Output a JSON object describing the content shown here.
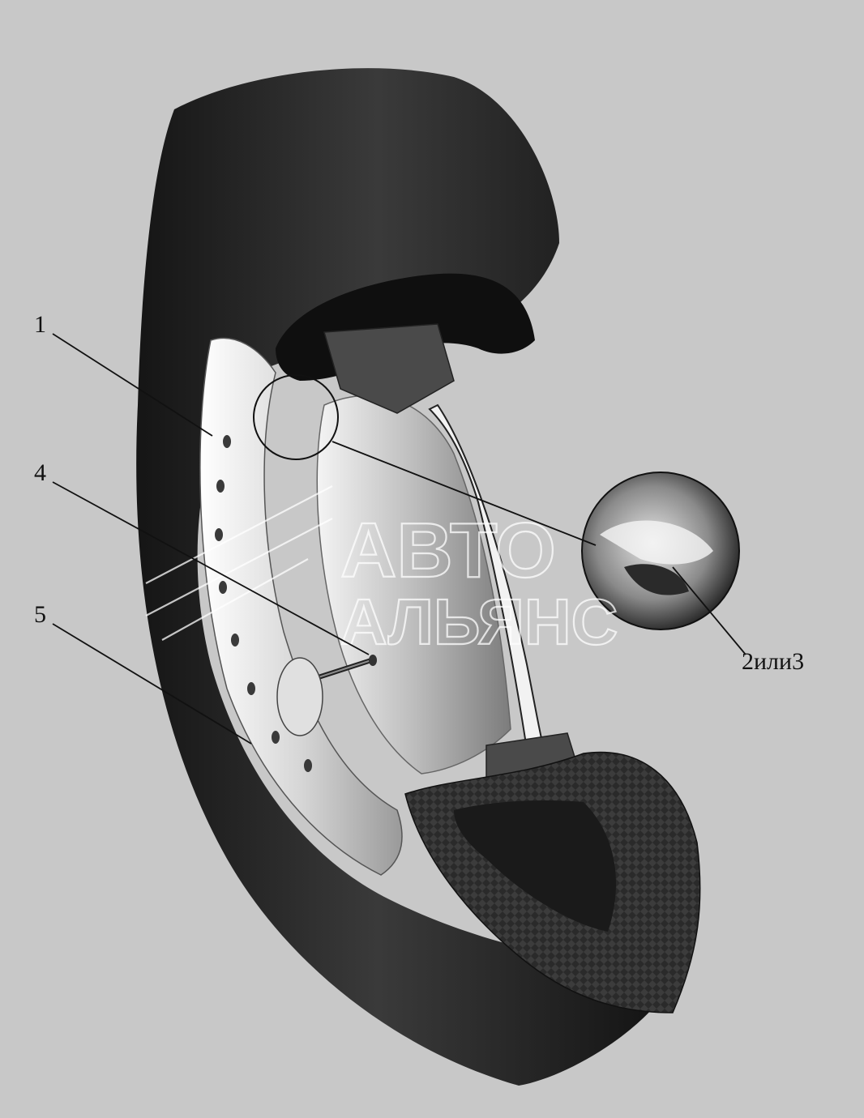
{
  "diagram": {
    "callouts": [
      {
        "id": "1",
        "label": "1"
      },
      {
        "id": "4",
        "label": "4"
      },
      {
        "id": "5",
        "label": "5"
      },
      {
        "id": "2or3",
        "label": "2или3"
      }
    ],
    "watermark": {
      "line1": "АВТО",
      "line2": "АЛЬЯНС"
    }
  },
  "colors": {
    "background": "#c8c8c8",
    "tire": "#1c1c1c",
    "rim": "#e8e8e8",
    "leader_line": "#111111"
  }
}
